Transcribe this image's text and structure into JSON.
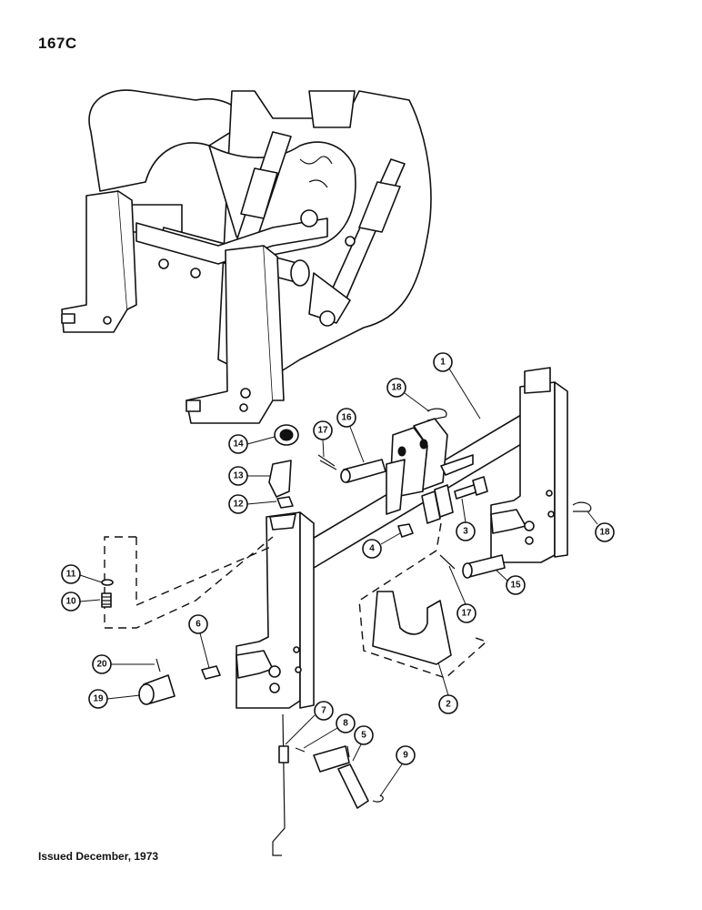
{
  "page_number": "167C",
  "footer": "Issued December, 1973",
  "callouts": [
    {
      "id": "c1",
      "label": "1"
    },
    {
      "id": "c2",
      "label": "2"
    },
    {
      "id": "c3",
      "label": "3"
    },
    {
      "id": "c4",
      "label": "4"
    },
    {
      "id": "c5",
      "label": "5"
    },
    {
      "id": "c6",
      "label": "6"
    },
    {
      "id": "c7",
      "label": "7"
    },
    {
      "id": "c8",
      "label": "8"
    },
    {
      "id": "c9",
      "label": "9"
    },
    {
      "id": "c10",
      "label": "10"
    },
    {
      "id": "c11",
      "label": "11"
    },
    {
      "id": "c12",
      "label": "12"
    },
    {
      "id": "c13",
      "label": "13"
    },
    {
      "id": "c14",
      "label": "14"
    },
    {
      "id": "c15",
      "label": "15"
    },
    {
      "id": "c16",
      "label": "16"
    },
    {
      "id": "c17a",
      "label": "17"
    },
    {
      "id": "c17b",
      "label": "17"
    },
    {
      "id": "c18a",
      "label": "18"
    },
    {
      "id": "c18b",
      "label": "18"
    },
    {
      "id": "c19",
      "label": "19"
    },
    {
      "id": "c20",
      "label": "20"
    }
  ]
}
